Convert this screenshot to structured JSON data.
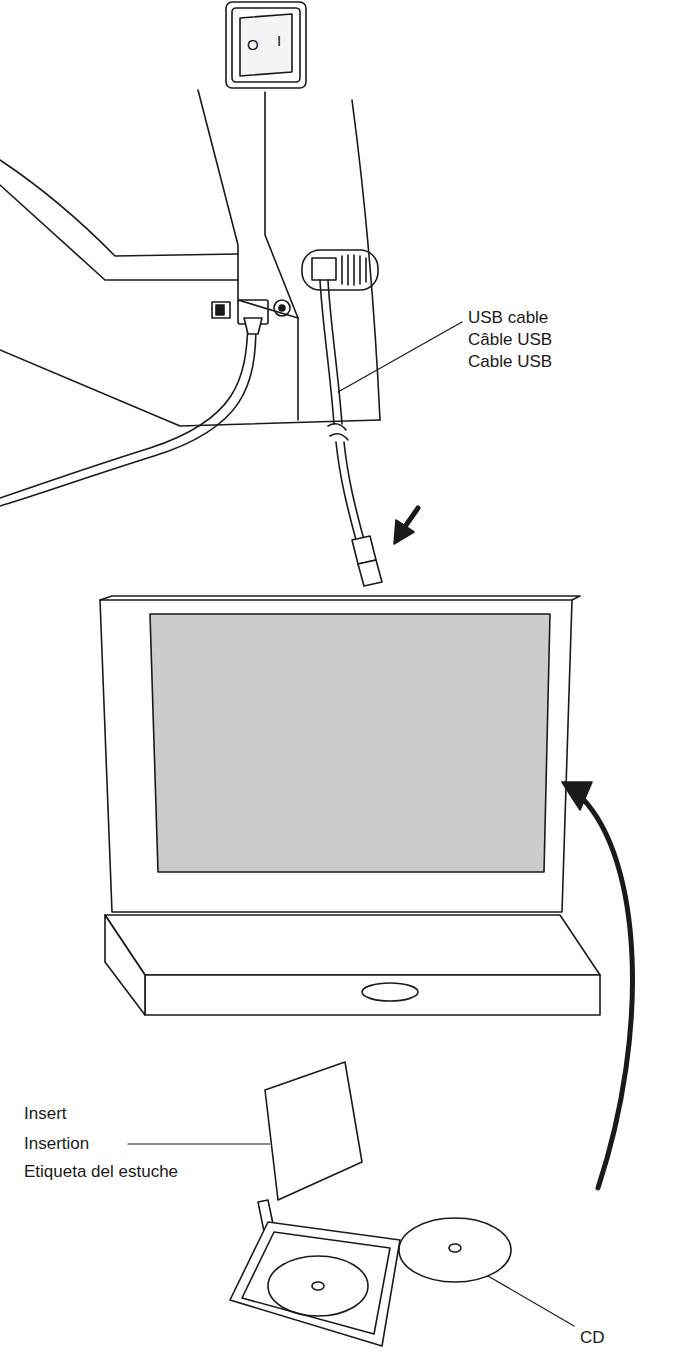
{
  "diagram": {
    "labels": [
      "O",
      "I",
      "USB cable",
      "Câble USB",
      "Cable USB",
      "Insert",
      "Insertion",
      "Etiqueta del estuche",
      "CD"
    ]
  }
}
